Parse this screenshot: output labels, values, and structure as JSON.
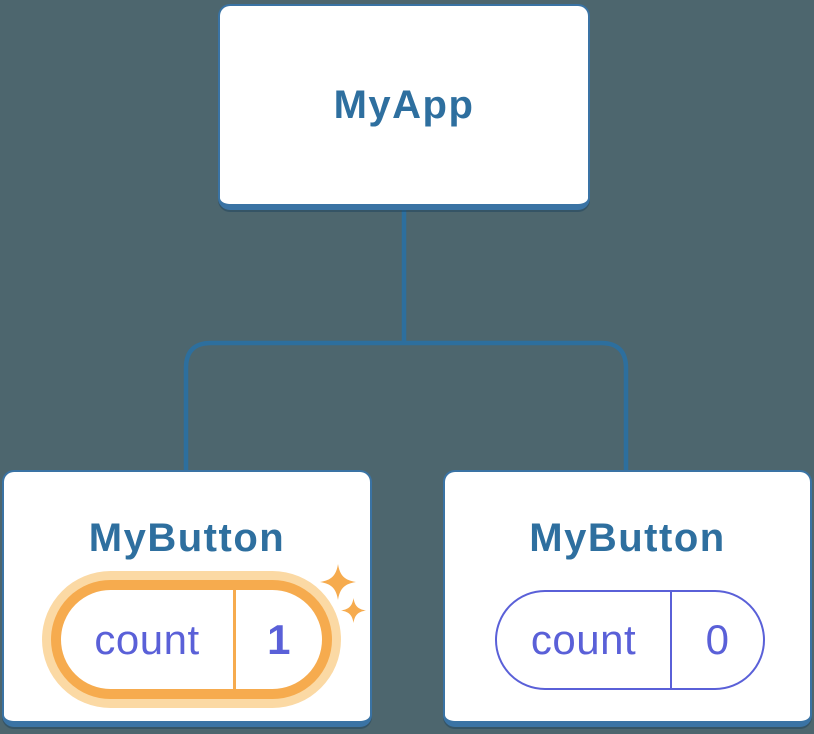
{
  "diagram_title": "component-state-isolation-tree",
  "colors": {
    "background": "#4d666e",
    "node_border": "#3a73a4",
    "node_title": "#2e6f9f",
    "connector": "#2d6f9e",
    "state_accent": "#5a60d8",
    "highlight_orange": "#f6ab4e",
    "highlight_halo": "#fbd9a4"
  },
  "icons": {
    "highlight": "sparkles"
  },
  "tree": {
    "root": {
      "label": "MyApp"
    },
    "children": [
      {
        "label": "MyButton",
        "state": {
          "key": "count",
          "value": "1"
        },
        "highlighted": true
      },
      {
        "label": "MyButton",
        "state": {
          "key": "count",
          "value": "0"
        },
        "highlighted": false
      }
    ]
  }
}
